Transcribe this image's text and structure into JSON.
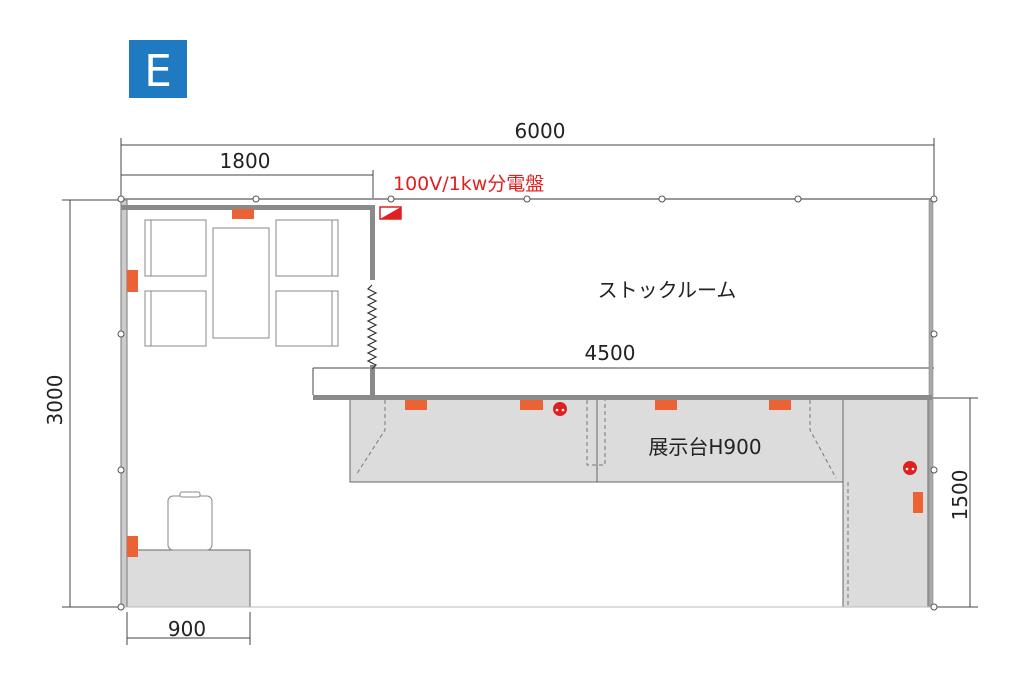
{
  "badge": {
    "label": "E",
    "color": "#1f7ac2"
  },
  "dimensions": {
    "total_width": "6000",
    "booth_width": "1800",
    "counter_width": "4500",
    "total_depth": "3000",
    "right_depth": "1500",
    "small_counter_width": "900"
  },
  "labels": {
    "panel": "100V/1kw分電盤",
    "stock_room": "ストックルーム",
    "display_table": "展示台H900"
  },
  "colors": {
    "accent_red": "#e02020",
    "spot_orange": "#ec6234",
    "table_gray": "#dcdcdc",
    "wall_gray": "#8a8a8a"
  }
}
